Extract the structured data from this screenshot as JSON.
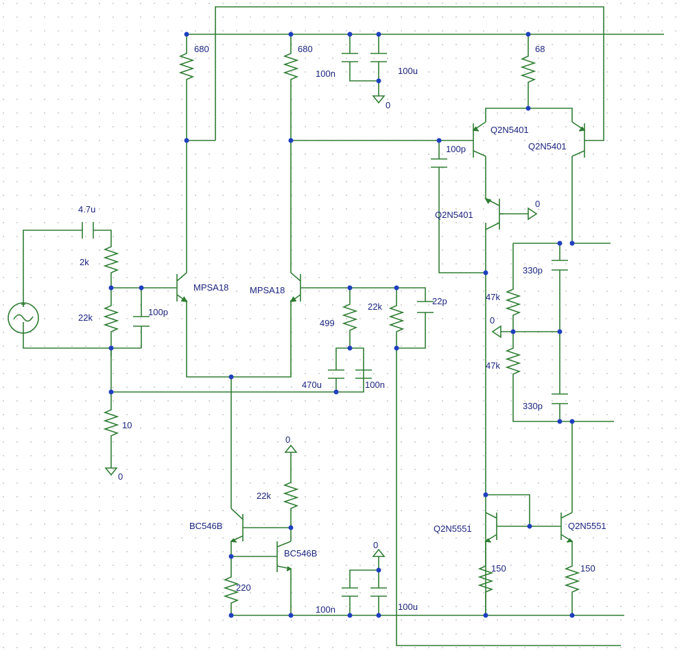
{
  "components": {
    "r_680_a": "680",
    "r_680_b": "680",
    "c_100n_top": "100n",
    "c_100u_top": "100u",
    "gnd_top": "0",
    "r_68": "68",
    "q_5401_left": "Q2N5401",
    "q_5401_right": "Q2N5401",
    "c_100p_mid": "100p",
    "q_5401_mid": "Q2N5401",
    "gnd_q5401": "0",
    "c_4u7": "4.7u",
    "r_2k": "2k",
    "r_22k_in": "22k",
    "c_100p_in": "100p",
    "q_mpsa18_left": "MPSA18",
    "q_mpsa18_right": "MPSA18",
    "r_499": "499",
    "r_22k_fb": "22k",
    "c_22p": "22p",
    "c_470u": "470u",
    "c_100n_fb": "100n",
    "r_10": "10",
    "gnd_left": "0",
    "c_330p_top": "330p",
    "r_47k_top": "47k",
    "gnd_mid": "0",
    "r_47k_bot": "47k",
    "c_330p_bot": "330p",
    "gnd_bc": "0",
    "r_22k_bc": "22k",
    "q_bc546_left": "BC546B",
    "q_bc546_right": "BC546B",
    "r_220": "220",
    "gnd_bot": "0",
    "c_100n_bot": "100n",
    "c_100u_bot": "100u",
    "q_5551_left": "Q2N5551",
    "q_5551_right": "Q2N5551",
    "r_150_left": "150",
    "r_150_right": "150"
  }
}
